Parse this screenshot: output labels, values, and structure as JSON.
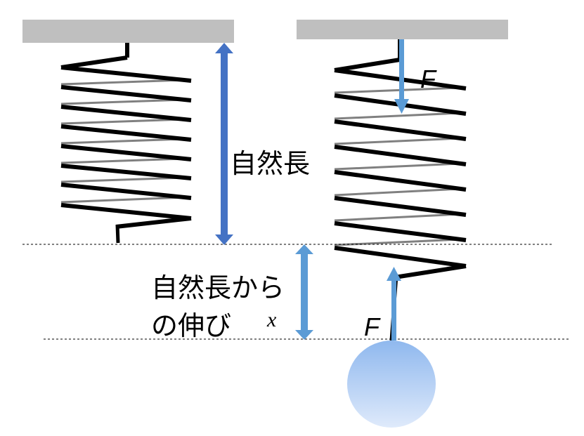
{
  "labels": {
    "natural_length": "自然長",
    "extension_line1": "自然長から",
    "extension_line2": "の伸び",
    "extension_symbol": "x",
    "force_top": "F",
    "force_bottom": "F"
  },
  "colors": {
    "ceiling": "#bfbfbf",
    "spring_front": "#000000",
    "spring_back": "#808080",
    "natural_length_arrow": "#4472c4",
    "extension_arrow": "#5b9bd5",
    "force_arrow": "#5b9bd5",
    "ball_top": "#8fb8ee",
    "ball_bottom": "#dfeafb"
  }
}
